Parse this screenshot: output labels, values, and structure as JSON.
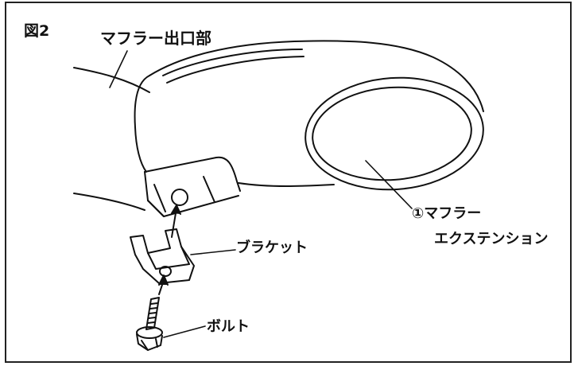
{
  "figure": {
    "number": "図2"
  },
  "labels": {
    "muffler_outlet": "マフラー出口部",
    "muffler_extension_line1": "①マフラー",
    "muffler_extension_line2": "エクステンション",
    "bracket": "ブラケット",
    "bolt": "ボルト"
  }
}
